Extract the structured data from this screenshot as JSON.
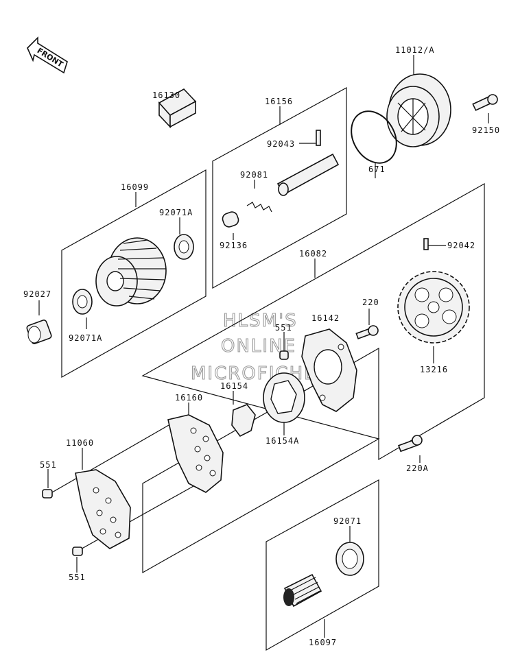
{
  "front_label": "FRONT",
  "watermark": [
    "HLSM'S",
    "ONLINE",
    "MICROFICHE"
  ],
  "parts": {
    "p11012a": "11012/A",
    "p16130": "16130",
    "p16156": "16156",
    "p92043": "92043",
    "p92081": "92081",
    "p92136": "92136",
    "p671": "671",
    "p92150": "92150",
    "p16099": "16099",
    "p92071a_top": "92071A",
    "p92071a_bottom": "92071A",
    "p92027": "92027",
    "p16082": "16082",
    "p92042": "92042",
    "p13216": "13216",
    "p220": "220",
    "p16142": "16142",
    "p551_mid": "551",
    "p16154": "16154",
    "p16154a": "16154A",
    "p16160": "16160",
    "p11060": "11060",
    "p551_left": "551",
    "p551_bottom": "551",
    "p220a": "220A",
    "p92071": "92071",
    "p16097": "16097"
  }
}
